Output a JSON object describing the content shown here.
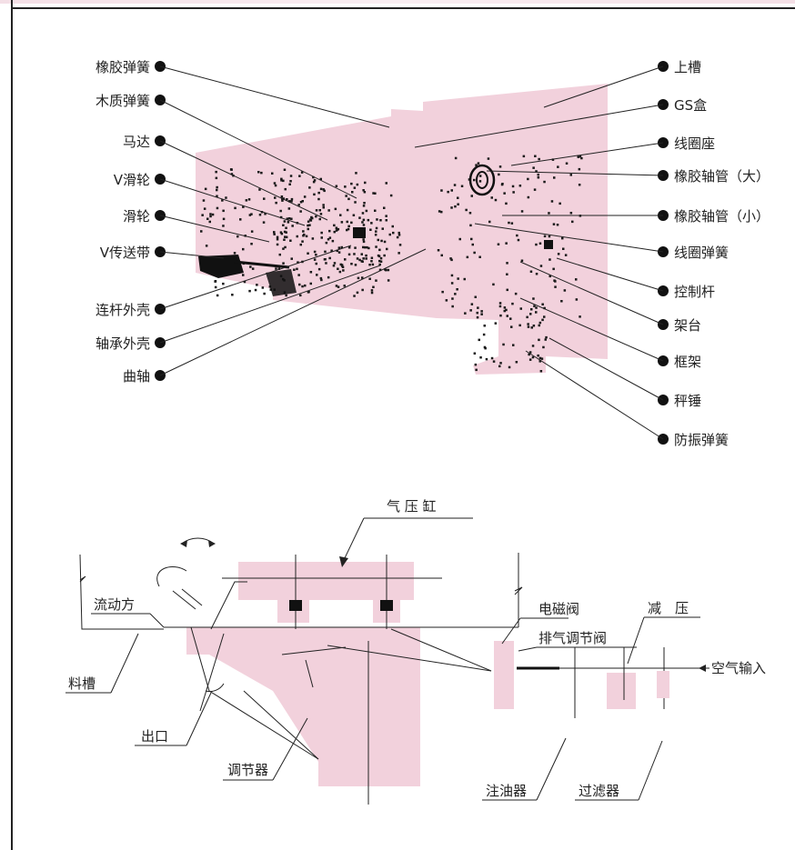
{
  "colors": {
    "accent_pink": "#f2d1dc",
    "line": "#222222"
  },
  "top_diagram": {
    "left_labels": [
      "橡胶弹簧",
      "木质弹簧",
      "马达",
      "V滑轮",
      "滑轮",
      "V传送带",
      "连杆外壳",
      "轴承外壳",
      "曲轴"
    ],
    "right_labels": [
      "上槽",
      "GS盒",
      "线圈座",
      "橡胶轴管（大）",
      "橡胶轴管（小）",
      "线圈弹簧",
      "控制杆",
      "架台",
      "框架",
      "秤锤",
      "防振弹簧"
    ]
  },
  "bottom_diagram": {
    "labels": {
      "cylinder": "气 压 缸",
      "flow": "流动方",
      "trough": "料槽",
      "outlet": "出口",
      "adjuster": "调节器",
      "solenoid": "电磁阀",
      "exhaust": "排气调节阀",
      "reducer": "减　压",
      "air_in": "空气输入",
      "oiler": "注油器",
      "filter": "过滤器"
    }
  }
}
